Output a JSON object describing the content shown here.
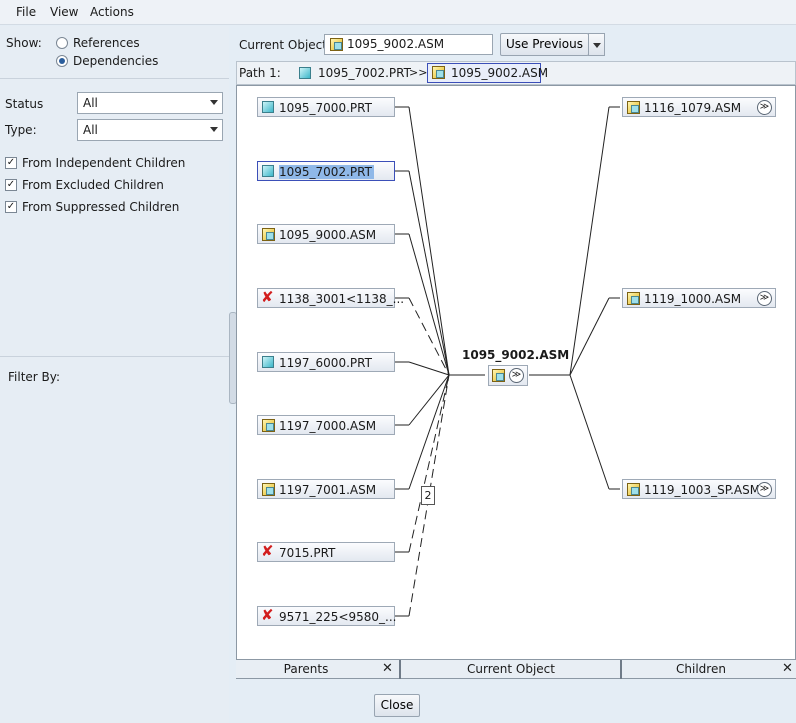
{
  "menu": [
    "File",
    "View",
    "Actions"
  ],
  "left_panel": {
    "show_label": "Show:",
    "show_options": [
      {
        "label": "References",
        "selected": false
      },
      {
        "label": "Dependencies",
        "selected": true
      }
    ],
    "status_label": "Status",
    "status_value": "All",
    "type_label": "Type:",
    "type_value": "All",
    "checkboxes": [
      {
        "label": "From Independent Children",
        "checked": true
      },
      {
        "label": "From Excluded Children",
        "checked": true
      },
      {
        "label": "From Suppressed Children",
        "checked": true
      }
    ],
    "filter_by_label": "Filter By:"
  },
  "top": {
    "current_object_label": "Current Object:",
    "current_object_value": "1095_9002.ASM",
    "use_previous_label": "Use Previous"
  },
  "path": {
    "label": "Path 1:",
    "items": [
      "1095_7002.PRT",
      "1095_9002.ASM"
    ],
    "separator": ">>"
  },
  "graph": {
    "center": {
      "name": "1095_9002.ASM"
    },
    "parents": [
      {
        "name": "1095_7000.PRT",
        "icon": "part-icon"
      },
      {
        "name": "1095_7002.PRT",
        "icon": "part-icon",
        "selected": true
      },
      {
        "name": "1095_9000.ASM",
        "icon": "assembly-icon"
      },
      {
        "name": "1138_3001<1138_...",
        "icon": "missing-icon"
      },
      {
        "name": "1197_6000.PRT",
        "icon": "part-icon"
      },
      {
        "name": "1197_7000.ASM",
        "icon": "assembly-icon"
      },
      {
        "name": "1197_7001.ASM",
        "icon": "assembly-icon"
      },
      {
        "name": "7015.PRT",
        "icon": "missing-icon"
      },
      {
        "name": "9571_225<9580_...",
        "icon": "missing-icon"
      }
    ],
    "children": [
      {
        "name": "1116_1079.ASM",
        "icon": "assembly-icon"
      },
      {
        "name": "1119_1000.ASM",
        "icon": "assembly-icon"
      },
      {
        "name": "1119_1003_SP.ASM",
        "icon": "assembly-icon"
      }
    ],
    "edge_count_badge": "2"
  },
  "tabs": {
    "parents": "Parents",
    "current_object": "Current Object",
    "children": "Children",
    "close_glyph": "✕"
  },
  "close_button": "Close",
  "glyphs": {
    "check": "✓",
    "expand": "≫",
    "missing": "✘"
  }
}
